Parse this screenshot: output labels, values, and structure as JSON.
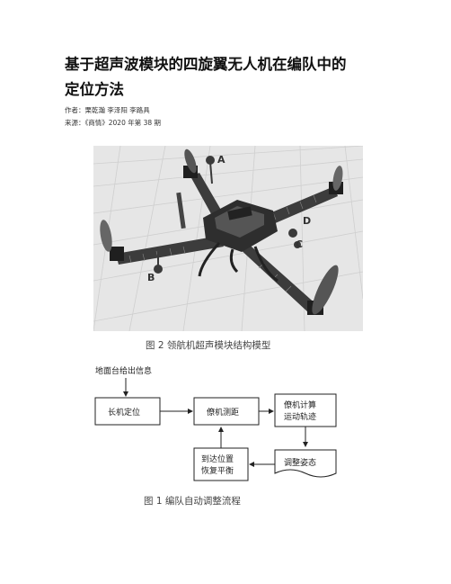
{
  "article": {
    "title_line1": "基于超声波模块的四旋翼无人机在编队中的",
    "title_line2": "定位方法",
    "authors": "作者：栗乾瀚 李泽阳 李路具",
    "source": "来源：《商情》2020 年第 38 期"
  },
  "figure_drone": {
    "caption": "图 2 领航机超声模块结构模型",
    "labels": {
      "a": "A",
      "b": "B",
      "c": "C",
      "d": "D"
    }
  },
  "flowchart": {
    "caption": "图 1 编队自动调整流程",
    "input_label": "地面台给出信息",
    "nodes": {
      "leader_positioning": "长机定位",
      "wingman_ranging": "僚机测距",
      "compute_line1": "僚机计算",
      "compute_line2": "运动轨迹",
      "adjust_attitude": "调整姿态",
      "arrive_line1": "到达位置",
      "arrive_line2": "恢复平衡"
    }
  },
  "colors": {
    "drone_body": "#3c3c3c",
    "drone_dark": "#1f1f1f",
    "grid_background": "#e6e6e6",
    "grid_line": "#cfcfcf"
  }
}
